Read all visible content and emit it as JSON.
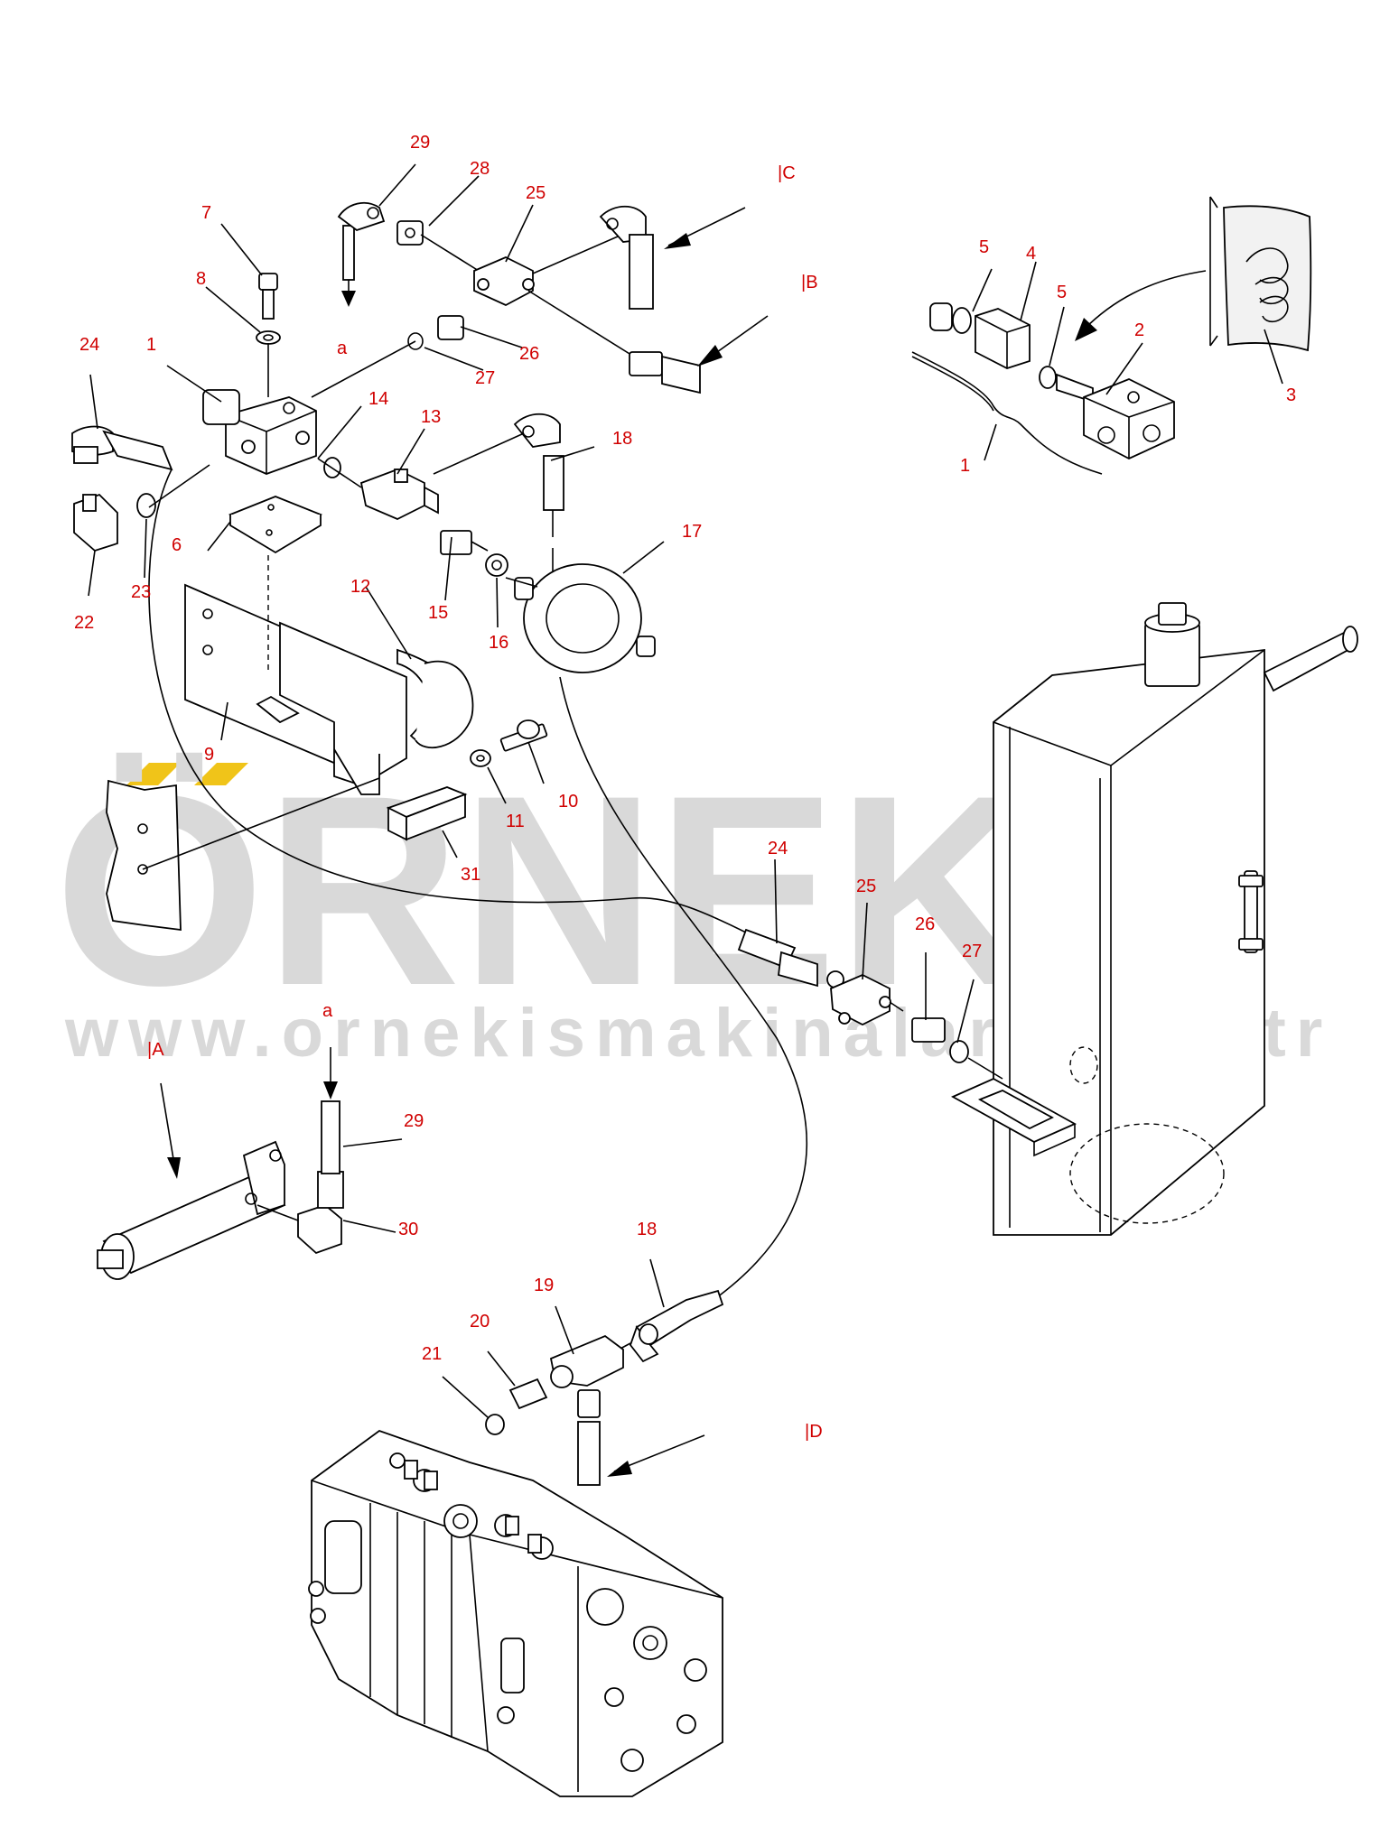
{
  "watermark": {
    "brand": "ÖRNEK",
    "url": "www.ornekismakinalari.com.tr",
    "accent_color": "#f0c419",
    "color": "#d9d9d9"
  },
  "references": {
    "A": "|A",
    "B": "|B",
    "C": "|C",
    "D": "|D",
    "a_top": "a",
    "a_bottom": "a"
  },
  "callouts": {
    "c1_main": "1",
    "c1_detail": "1",
    "c2": "2",
    "c3": "3",
    "c4": "4",
    "c5_left": "5",
    "c5_right": "5",
    "c6": "6",
    "c7": "7",
    "c8": "8",
    "c9": "9",
    "c10": "10",
    "c11": "11",
    "c12": "12",
    "c13": "13",
    "c14": "14",
    "c15": "15",
    "c16": "16",
    "c17": "17",
    "c18_top": "18",
    "c18_bottom": "18",
    "c19": "19",
    "c20": "20",
    "c21": "21",
    "c22": "22",
    "c23": "23",
    "c24_top": "24",
    "c24_mid": "24",
    "c25_top": "25",
    "c25_mid": "25",
    "c26_top": "26",
    "c26_mid": "26",
    "c27_top": "27",
    "c27_mid": "27",
    "c28": "28",
    "c29_top": "29",
    "c29_bottom": "29",
    "c30": "30",
    "c31": "31"
  },
  "colors": {
    "callout": "#d00000",
    "line": "#000000"
  }
}
